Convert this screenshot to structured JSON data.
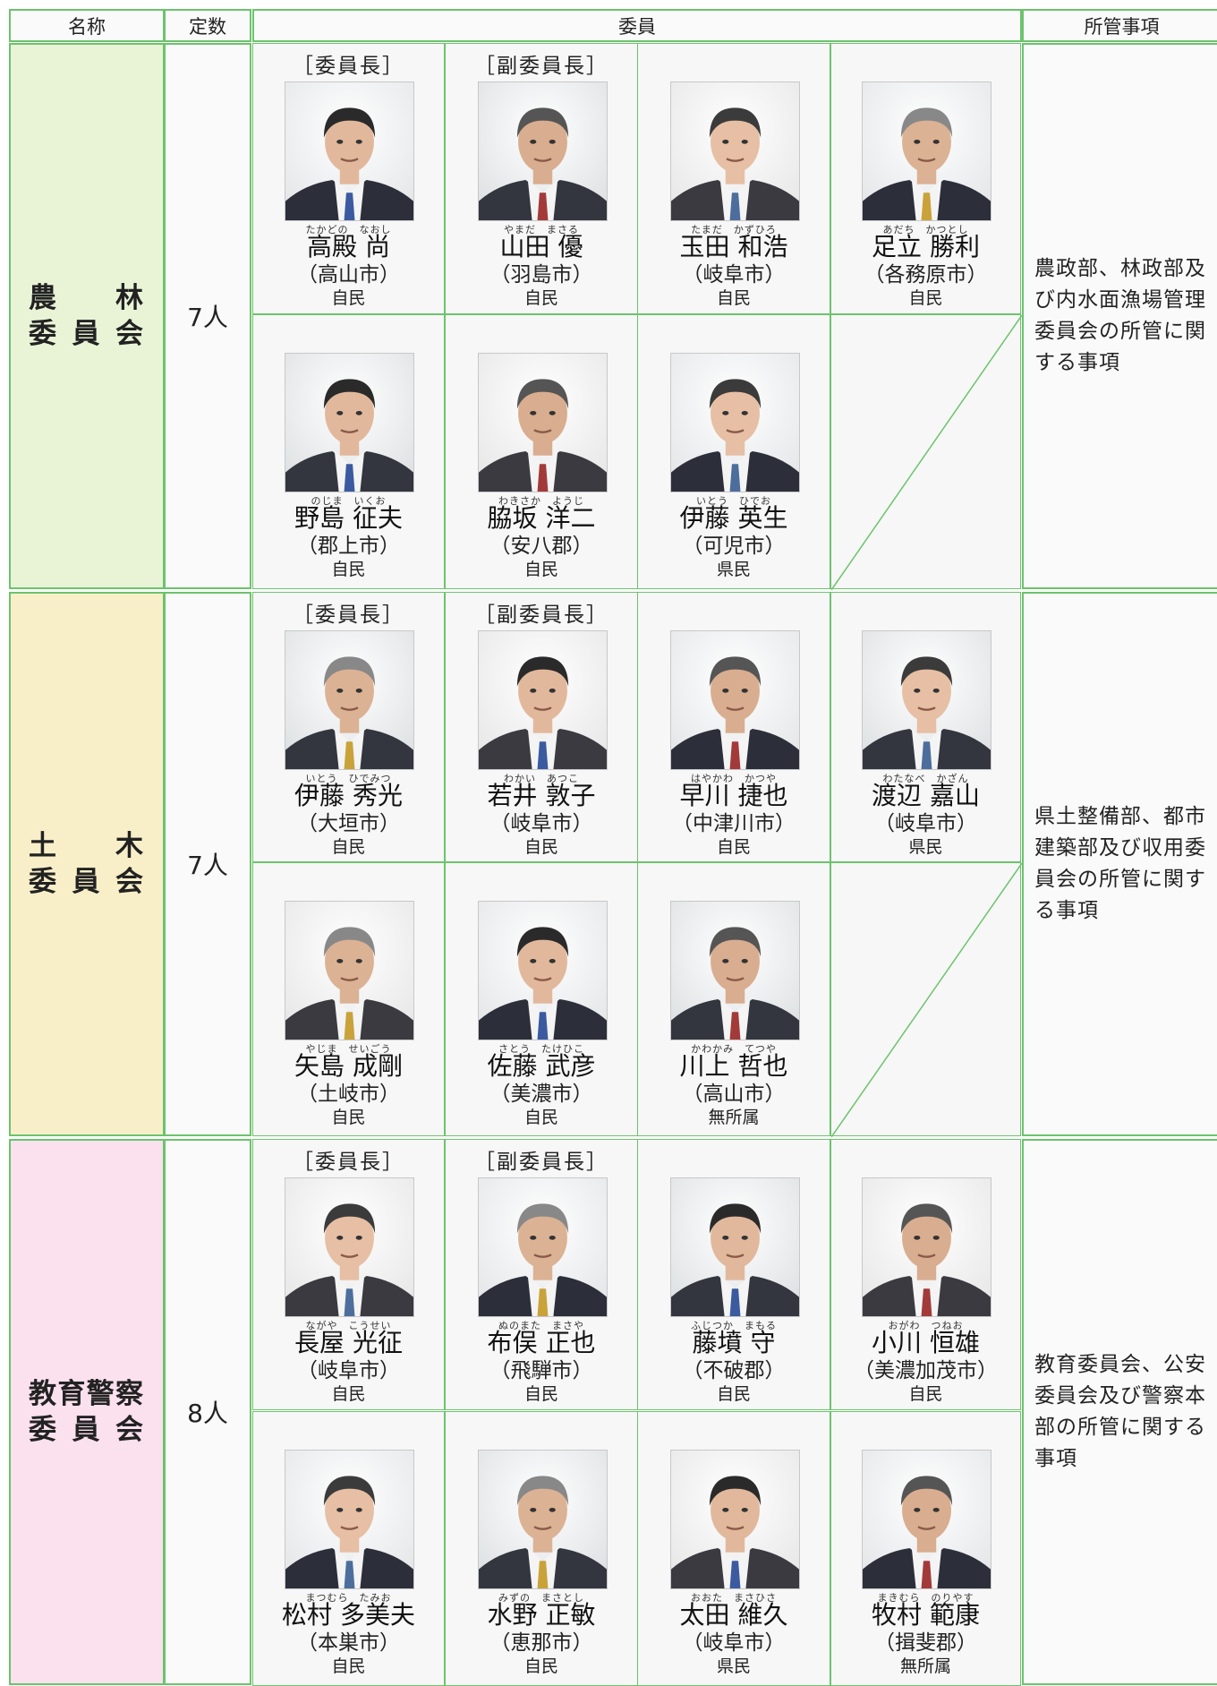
{
  "header": {
    "name": "名称",
    "count": "定数",
    "members": "委員",
    "duties": "所管事項"
  },
  "colors": {
    "border": "#6cc36c",
    "nourin_bg": "#e9f4d7",
    "doboku_bg": "#f8efc8",
    "kyouiku_bg": "#fbe0ee"
  },
  "committees": [
    {
      "name_line1": [
        "農",
        "林"
      ],
      "name_line2": [
        "委",
        "員",
        "会"
      ],
      "count": "7人",
      "duties": "農政部、林政部及び内水面漁場管理委員会の所管に関する事項",
      "members": [
        {
          "role": "［委員長］",
          "ruby": "たかどの　なおし",
          "name": "高殿 尚",
          "city": "（高山市）",
          "party": "自民",
          "icon": "portrait-icon"
        },
        {
          "role": "［副委員長］",
          "ruby": "やまだ　まさる",
          "name": "山田 優",
          "city": "（羽島市）",
          "party": "自民",
          "icon": "portrait-icon"
        },
        {
          "role": "",
          "ruby": "たまだ　かずひろ",
          "name": "玉田 和浩",
          "city": "（岐阜市）",
          "party": "自民",
          "icon": "portrait-icon"
        },
        {
          "role": "",
          "ruby": "あだち　かつとし",
          "name": "足立 勝利",
          "city": "（各務原市）",
          "party": "自民",
          "icon": "portrait-icon"
        },
        {
          "role": "",
          "ruby": "のじま　いくお",
          "name": "野島 征夫",
          "city": "（郡上市）",
          "party": "自民",
          "icon": "portrait-icon"
        },
        {
          "role": "",
          "ruby": "わきさか　ようじ",
          "name": "脇坂 洋二",
          "city": "（安八郡）",
          "party": "自民",
          "icon": "portrait-icon"
        },
        {
          "role": "",
          "ruby": "いとう　ひでお",
          "name": "伊藤 英生",
          "city": "（可児市）",
          "party": "県民",
          "icon": "portrait-icon"
        }
      ]
    },
    {
      "name_line1": [
        "土",
        "木"
      ],
      "name_line2": [
        "委",
        "員",
        "会"
      ],
      "count": "7人",
      "duties": "県土整備部、都市建築部及び収用委員会の所管に関する事項",
      "members": [
        {
          "role": "［委員長］",
          "ruby": "いとう　ひでみつ",
          "name": "伊藤 秀光",
          "city": "（大垣市）",
          "party": "自民",
          "icon": "portrait-icon"
        },
        {
          "role": "［副委員長］",
          "ruby": "わかい　あつこ",
          "name": "若井 敦子",
          "city": "（岐阜市）",
          "party": "自民",
          "icon": "portrait-icon"
        },
        {
          "role": "",
          "ruby": "はやかわ　かつや",
          "name": "早川 捷也",
          "city": "（中津川市）",
          "party": "自民",
          "icon": "portrait-icon"
        },
        {
          "role": "",
          "ruby": "わたなべ　かざん",
          "name": "渡辺 嘉山",
          "city": "（岐阜市）",
          "party": "県民",
          "icon": "portrait-icon"
        },
        {
          "role": "",
          "ruby": "やじま　せいごう",
          "name": "矢島 成剛",
          "city": "（土岐市）",
          "party": "自民",
          "icon": "portrait-icon"
        },
        {
          "role": "",
          "ruby": "さとう　たけひこ",
          "name": "佐藤 武彦",
          "city": "（美濃市）",
          "party": "自民",
          "icon": "portrait-icon"
        },
        {
          "role": "",
          "ruby": "かわかみ　てつや",
          "name": "川上 哲也",
          "city": "（高山市）",
          "party": "無所属",
          "icon": "portrait-icon"
        }
      ]
    },
    {
      "name_line1": [
        "教",
        "育",
        "警",
        "察"
      ],
      "name_line2": [
        "委",
        "員",
        "会"
      ],
      "count": "8人",
      "duties": "教育委員会、公安委員会及び警察本部の所管に関する事項",
      "members": [
        {
          "role": "［委員長］",
          "ruby": "ながや　こうせい",
          "name": "長屋 光征",
          "city": "（岐阜市）",
          "party": "自民",
          "icon": "portrait-icon"
        },
        {
          "role": "［副委員長］",
          "ruby": "ぬのまた　まさや",
          "name": "布俣 正也",
          "city": "（飛騨市）",
          "party": "自民",
          "icon": "portrait-icon"
        },
        {
          "role": "",
          "ruby": "ふじつか　まもる",
          "name": "藤墳 守",
          "city": "（不破郡）",
          "party": "自民",
          "icon": "portrait-icon"
        },
        {
          "role": "",
          "ruby": "おがわ　つねお",
          "name": "小川 恒雄",
          "city": "（美濃加茂市）",
          "party": "自民",
          "icon": "portrait-icon"
        },
        {
          "role": "",
          "ruby": "まつむら　たみお",
          "name": "松村 多美夫",
          "city": "（本巣市）",
          "party": "自民",
          "icon": "portrait-icon"
        },
        {
          "role": "",
          "ruby": "みずの　まさとし",
          "name": "水野 正敏",
          "city": "（恵那市）",
          "party": "自民",
          "icon": "portrait-icon"
        },
        {
          "role": "",
          "ruby": "おおた　まさひさ",
          "name": "太田 維久",
          "city": "（岐阜市）",
          "party": "県民",
          "icon": "portrait-icon"
        },
        {
          "role": "",
          "ruby": "まきむら　のりやす",
          "name": "牧村 範康",
          "city": "（揖斐郡）",
          "party": "無所属",
          "icon": "portrait-icon"
        }
      ]
    }
  ]
}
